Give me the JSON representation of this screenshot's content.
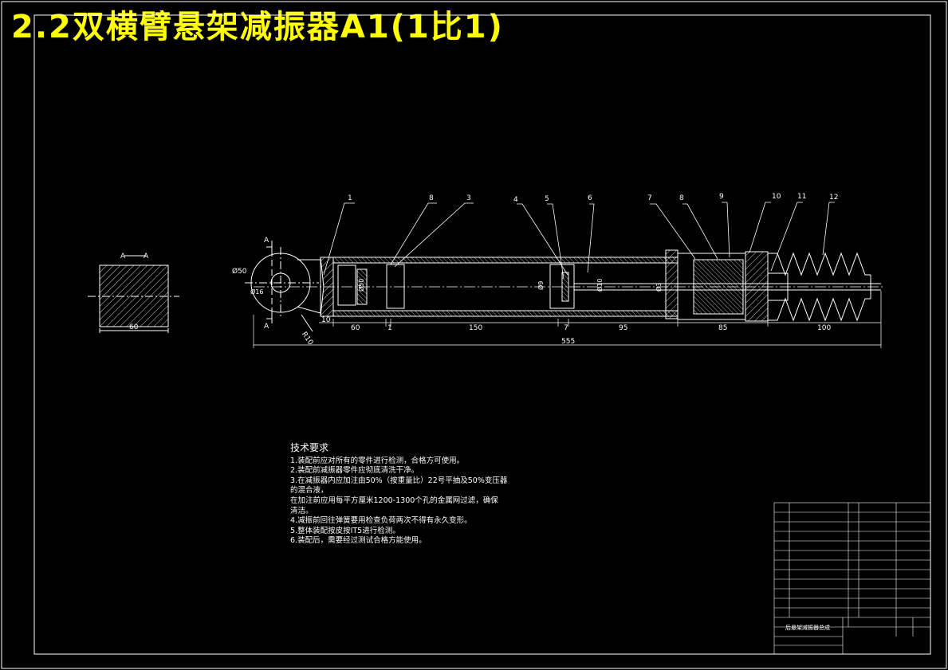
{
  "title": "2.2双横臂悬架减振器A1(1比1)",
  "section_view": {
    "label_left": "A",
    "label_right": "A",
    "width_dim": "60"
  },
  "side_view": {
    "dia_outer": "Ø50",
    "dia_hole": "Ø16",
    "radius": "R10",
    "section_mark": "A"
  },
  "part_numbers": [
    "1",
    "8",
    "3",
    "4",
    "5",
    "6",
    "7",
    "8",
    "9",
    "10",
    "11",
    "12"
  ],
  "dimensions": {
    "d10": "10",
    "d60": "60",
    "d1": "1",
    "d150": "150",
    "d7": "7",
    "d95": "95",
    "d85": "85",
    "d100": "100",
    "total": "555",
    "dia_bore": "Ø50",
    "dia_piston": "Ø9",
    "dia_rod": "Ø10",
    "dia_cyl": "Ø3"
  },
  "tech_requirements": {
    "heading": "技术要求",
    "items": [
      "1.装配前应对所有的零件进行检测，合格方可使用。",
      "2.装配前减振器零件应彻底清洗干净。",
      "3.在减振器内应加注由50%（按重量比）22号平抽及50%变压器",
      "的混合液，",
      "在加注前应用每平方厘米1200-1300个孔的金属网过滤，确保",
      "清洁。",
      "4.减振前回往弹簧要用检查负荷两次不得有永久变形。",
      "5.整体装配按皮按IT5进行检测。",
      "6.装配后，需要经过测试合格方能使用。"
    ]
  },
  "title_block": {
    "drawing_name": "后悬架减振器总成"
  },
  "colors": {
    "background": "#000000",
    "lines": "#ffffff",
    "title": "#ffff00"
  }
}
